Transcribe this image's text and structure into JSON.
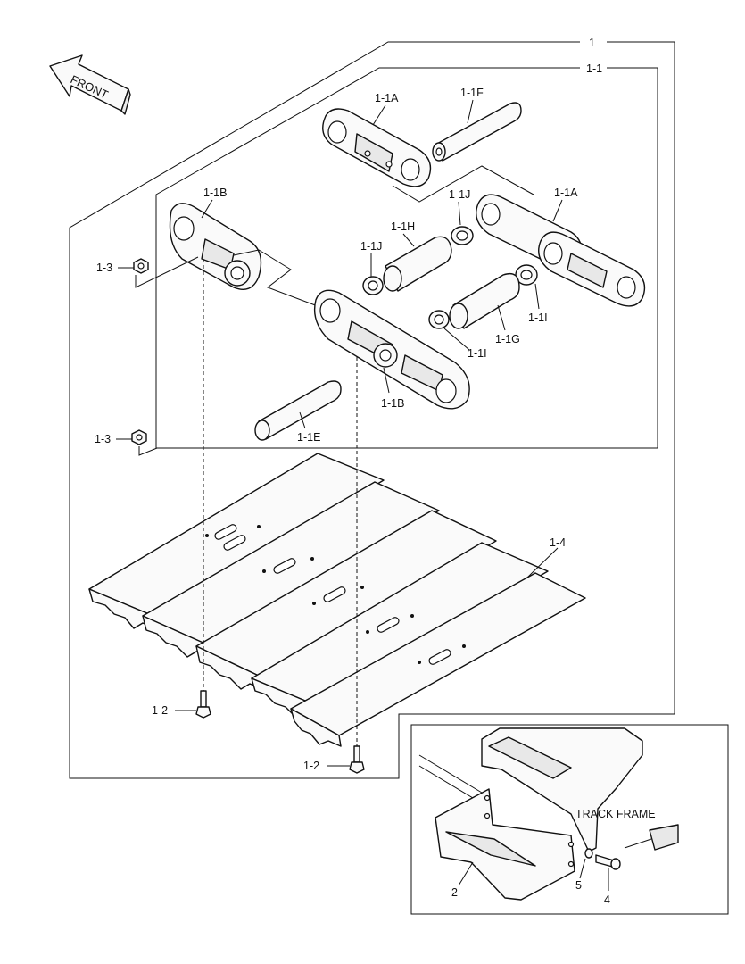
{
  "labels": {
    "assembly": "1",
    "link_assembly": "1-1",
    "link_1a_top": "1-1A",
    "pin_1f": "1-1F",
    "link_1b_top": "1-1B",
    "seal_1j_top": "1-1J",
    "link_1a_right": "1-1A",
    "bushing_1h": "1-1H",
    "seal_1j_left": "1-1J",
    "nut_top": "1-3",
    "seal_1i_right": "1-1I",
    "bushing_1g": "1-1G",
    "seal_1i_mid": "1-1I",
    "link_1b_bottom": "1-1B",
    "pin_1e": "1-1E",
    "nut_bottom": "1-3",
    "shoe": "1-4",
    "bolt_top": "1-2",
    "bolt_bottom": "1-2",
    "track_frame": "TRACK FRAME",
    "guard": "2",
    "washer": "5",
    "guard_bolt": "4"
  },
  "direction": {
    "front": "FRONT"
  }
}
